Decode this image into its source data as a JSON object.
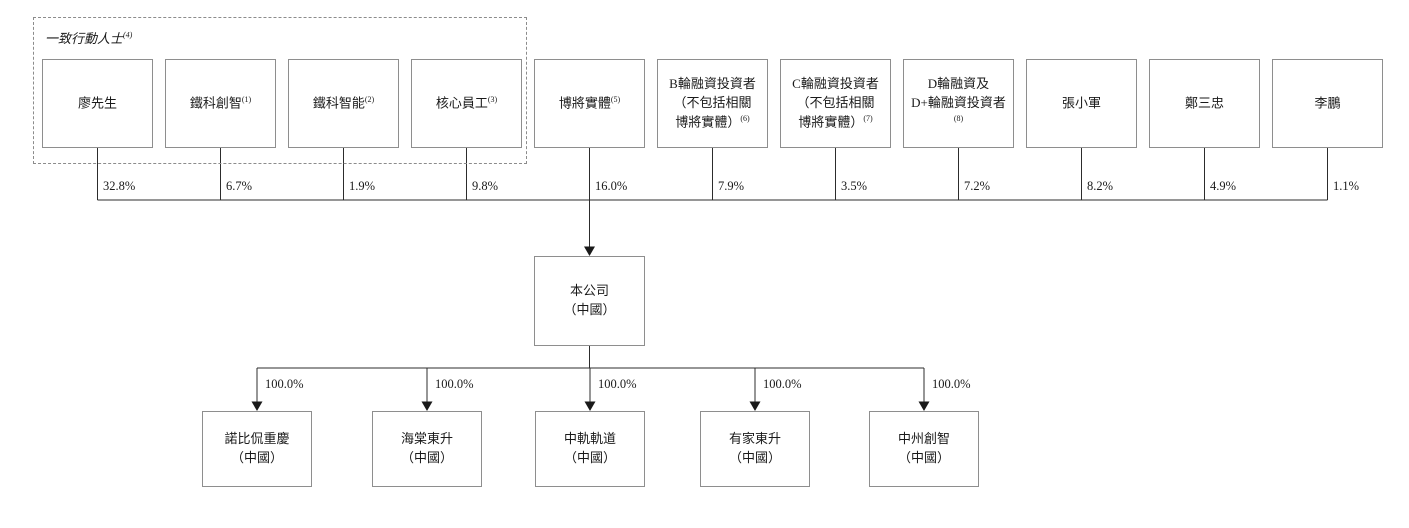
{
  "diagram": {
    "title_hint": "shareholding-structure",
    "group": {
      "label": "一致行動人士",
      "sup": "(4)"
    },
    "top_row": [
      {
        "name": "廖先生",
        "sup": "",
        "pct": "32.8%"
      },
      {
        "name": "鐵科創智",
        "sup": "(1)",
        "pct": "6.7%"
      },
      {
        "name": "鐵科智能",
        "sup": "(2)",
        "pct": "1.9%"
      },
      {
        "name": "核心員工",
        "sup": "(3)",
        "pct": "9.8%"
      },
      {
        "name": "博將實體",
        "sup": "(5)",
        "pct": "16.0%"
      },
      {
        "name": "B輪融資投資者\n（不包括相關\n博將實體）",
        "sup": "(6)",
        "pct": "7.9%"
      },
      {
        "name": "C輪融資投資者\n（不包括相關\n博將實體）",
        "sup": "(7)",
        "pct": "3.5%"
      },
      {
        "name": "D輪融資及\nD+輪融資投資者",
        "sup": "(8)",
        "pct": "7.2%"
      },
      {
        "name": "張小軍",
        "sup": "",
        "pct": "8.2%"
      },
      {
        "name": "鄭三忠",
        "sup": "",
        "pct": "4.9%"
      },
      {
        "name": "李鵬",
        "sup": "",
        "pct": "1.1%"
      }
    ],
    "company": {
      "name": "本公司\n（中國）"
    },
    "subsidiaries": [
      {
        "name": "諾比侃重慶\n（中國）",
        "pct": "100.0%"
      },
      {
        "name": "海棠東升\n（中國）",
        "pct": "100.0%"
      },
      {
        "name": "中軌軌道\n（中國）",
        "pct": "100.0%"
      },
      {
        "name": "有家東升\n（中國）",
        "pct": "100.0%"
      },
      {
        "name": "中州創智\n（中國）",
        "pct": "100.0%"
      }
    ],
    "colors": {
      "line": "#2c2c2c",
      "box_border": "#8e8e8e",
      "dashed_border": "#8c8c8c",
      "text": "#1a1a1a",
      "background": "#ffffff"
    }
  }
}
